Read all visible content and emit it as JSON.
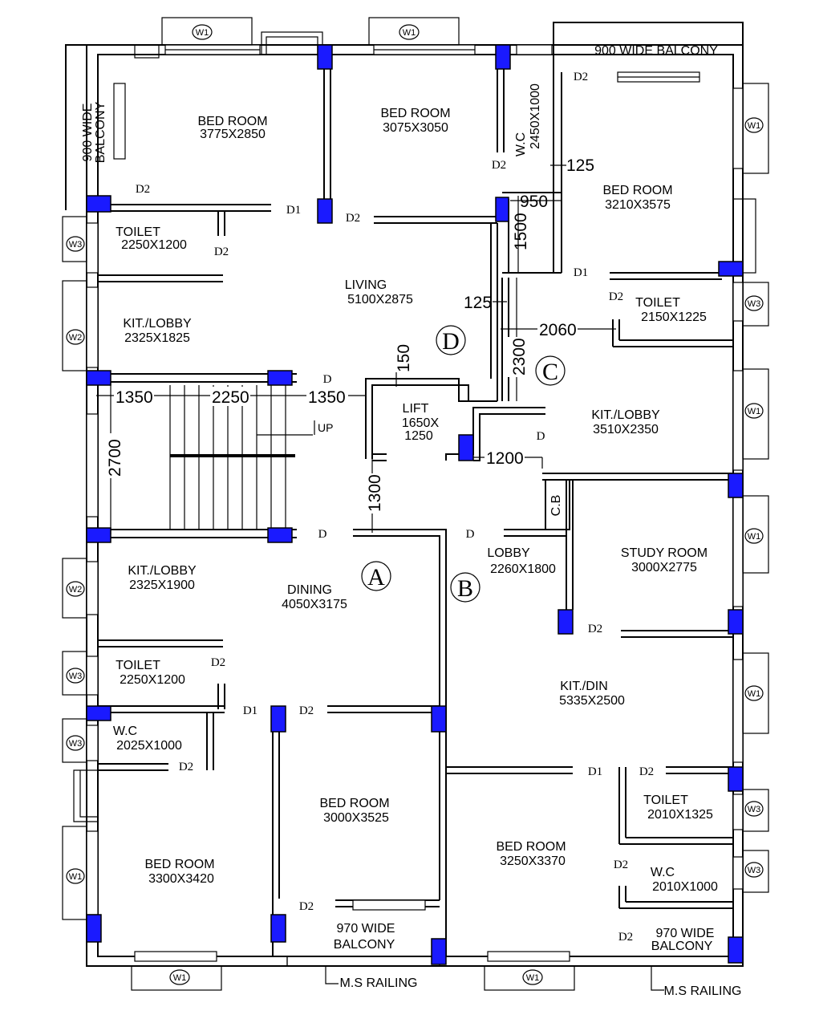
{
  "rooms": {
    "bed1": {
      "name": "BED ROOM",
      "size": "3775X2850"
    },
    "bed2": {
      "name": "BED ROOM",
      "size": "3075X3050"
    },
    "wc_top": {
      "name": "W.C",
      "size": "2450X1000"
    },
    "balc_top": {
      "name": "900 WIDE BALCONY"
    },
    "bed3": {
      "name": "BED ROOM",
      "size": "3210X3575"
    },
    "balc_left_1": "900 WIDE",
    "balc_left_2": "BALCONY",
    "toilet1": {
      "name": "TOILET",
      "size": "2250X1200"
    },
    "kit1": {
      "name": "KIT./LOBBY",
      "size": "2325X1825"
    },
    "living": {
      "name": "LIVING",
      "size": "5100X2875"
    },
    "toilet2": {
      "name": "TOILET",
      "size": "2150X1225"
    },
    "kit2": {
      "name": "KIT./LOBBY",
      "size": "3510X2350"
    },
    "lift": {
      "name": "LIFT",
      "size1": "1650X",
      "size2": "1250"
    },
    "kit3": {
      "name": "KIT./LOBBY",
      "size": "2325X1900"
    },
    "dining": {
      "name": "DINING",
      "size": "4050X3175"
    },
    "lobby": {
      "name": "LOBBY",
      "size": "2260X1800"
    },
    "study": {
      "name": "STUDY ROOM",
      "size": "3000X2775"
    },
    "toilet3": {
      "name": "TOILET",
      "size": "2250X1200"
    },
    "wc2": {
      "name": "W.C",
      "size": "2025X1000"
    },
    "kitdin": {
      "name": "KIT./DIN",
      "size": "5335X2500"
    },
    "bed4": {
      "name": "BED ROOM",
      "size": "3000X3525"
    },
    "bed5": {
      "name": "BED ROOM",
      "size": "3300X3420"
    },
    "bed6": {
      "name": "BED ROOM",
      "size": "3250X3370"
    },
    "toilet4": {
      "name": "TOILET",
      "size": "2010X1325"
    },
    "wc3": {
      "name": "W.C",
      "size": "2010X1000"
    },
    "balc_b1": {
      "line1": "970 WIDE",
      "line2": "BALCONY"
    },
    "balc_b2": {
      "line1": "970 WIDE",
      "line2": "BALCONY"
    }
  },
  "railing": "M.S RAILING",
  "up_label": "UP",
  "cb_label": "C.B",
  "flats": [
    "A",
    "B",
    "C",
    "D"
  ],
  "windows": {
    "w1": "W1",
    "w2": "W2",
    "w3": "W3"
  },
  "doors": {
    "d": "D",
    "d1": "D1",
    "d2": "D2"
  },
  "dims": {
    "d125a": "125",
    "d950": "950",
    "d1500": "1500",
    "d125b": "125",
    "d2060": "2060",
    "d2300": "2300",
    "d150": "150",
    "d1350a": "1350",
    "d2250": "2250",
    "d1350b": "1350",
    "d2700": "2700",
    "d1300": "1300",
    "d1200": "1200"
  },
  "colors": {
    "column": "#1a1aff"
  }
}
